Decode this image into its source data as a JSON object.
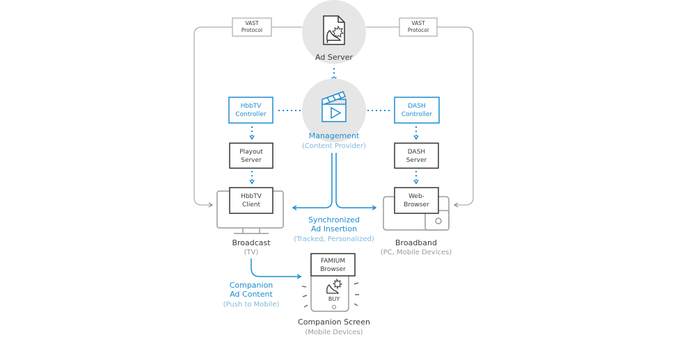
{
  "colors": {
    "accent": "#1a8ccf",
    "accent_light": "#7fb8dc",
    "dark_text": "#3a3a3a",
    "grey_text": "#9a9a9a",
    "line_grey": "#9a9a9a",
    "circle_fill": "#e6e6e6"
  },
  "icons": {
    "ad_document": "document-with-shoe-icon",
    "management": "clapperboard-play-icon",
    "companion_phone": "smartphone-with-shoe-icon"
  },
  "vast": {
    "left": [
      "VAST",
      "Protocol"
    ],
    "right": [
      "VAST",
      "Protocol"
    ]
  },
  "ad_server": {
    "label": "Ad Server"
  },
  "management": {
    "title": "Management",
    "subtitle": "(Content Provider)"
  },
  "hbbtv_controller": [
    "HbbTV",
    "Controller"
  ],
  "dash_controller": [
    "DASH",
    "Controller"
  ],
  "playout_server": [
    "Playout",
    "Server"
  ],
  "dash_server": [
    "DASH",
    "Server"
  ],
  "hbbtv_client": [
    "HbbTV",
    "Client"
  ],
  "web_browser": [
    "Web-",
    "Browser"
  ],
  "broadcast": {
    "title": "Broadcast",
    "subtitle": "(TV)"
  },
  "broadband": {
    "title": "Broadband",
    "subtitle": "(PC, Mobile Devices)"
  },
  "sync": {
    "line1": "Synchronized",
    "line2": "Ad Insertion",
    "subtitle": "(Tracked, Personalized)"
  },
  "companion_ad": {
    "line1": "Companion",
    "line2": "Ad Content",
    "subtitle": "(Push to Mobile)"
  },
  "famium": [
    "FAMIUM",
    "Browser"
  ],
  "buy_label": "BUY",
  "companion_screen": {
    "title": "Companion Screen",
    "subtitle": "(Mobile Devices)"
  }
}
